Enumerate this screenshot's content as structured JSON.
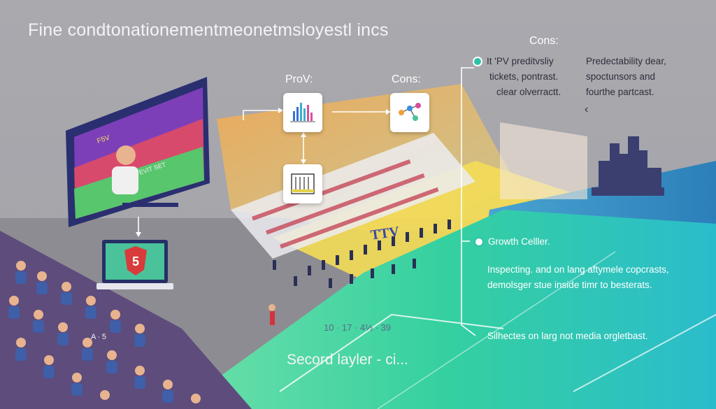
{
  "headline": "Fine condtonationementmeonetmsloyestl incs",
  "flow": {
    "pros_label": "ProV:",
    "cons_label": "Cons:"
  },
  "right_panel": {
    "cons_label": "Cons:",
    "col1": [
      "It 'PV preditvsliy",
      "tickets, pontrast.",
      "clear olverractt."
    ],
    "col2": [
      "Predectability dear,",
      "spoctunsors and",
      "fourthe partcast."
    ],
    "caret": "‹"
  },
  "growth": {
    "title": "Growth Celller.",
    "lines": [
      "Inspecting. and on lang aftymele copcrasts,",
      "demolsger stue inside timr to besterats."
    ],
    "footer": "Silhectes on larg not media orgletbast."
  },
  "field": {
    "score": "10 · 17  ·  4⅓ · 39",
    "bottom_label": "Secord layler - ci...",
    "side_label": "A ∙ 5",
    "banner": "TTV"
  },
  "laptop_badge": "5",
  "screen_text": [
    "F5V",
    "EVIT SET"
  ],
  "colors": {
    "accent_teal": "#2fc2a8",
    "accent_yellow": "#f4d640",
    "accent_orange": "#f39a4a",
    "purple": "#6b3fb4"
  }
}
